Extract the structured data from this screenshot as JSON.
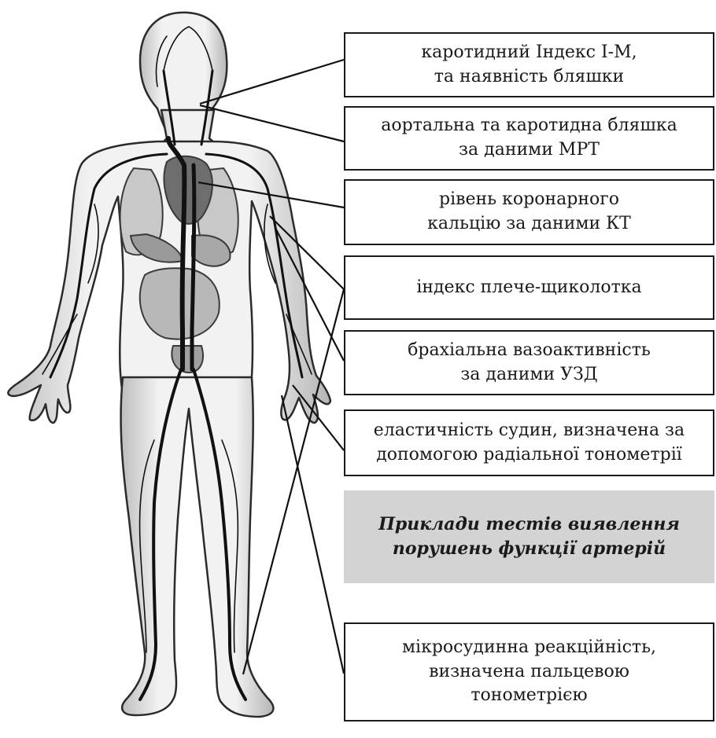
{
  "labels": {
    "carotid_imt": "каротидний Індекс І-М,\nта наявність бляшки",
    "aortic_mri": "аортальна та каротидна бляшка\nза даними МРТ",
    "coronary_ct": "рівень коронарного\nкальцію за даними КТ",
    "ankle_brachial": "індекс плече-щиколотка",
    "brachial_us": "брахіальна вазоактивність\nза даними УЗД",
    "radial_tonometry": "еластичність судин, визначена за\nдопомогою радіальної тонометрії",
    "finger_tonometry": "мікросудинна реакційність,\nвизначена пальцевою\nтонометрією"
  },
  "caption": "Приклади тестів виявлення\nпорушень функції артерій",
  "colors": {
    "ink": "#1a1a1a",
    "caption_fill": "#d3d3d3",
    "body_fill": "#ececec"
  },
  "figure": {
    "subject": "human-body-vascular-system",
    "marks": [
      "heart",
      "aorta",
      "arteries",
      "veins",
      "organs"
    ]
  }
}
